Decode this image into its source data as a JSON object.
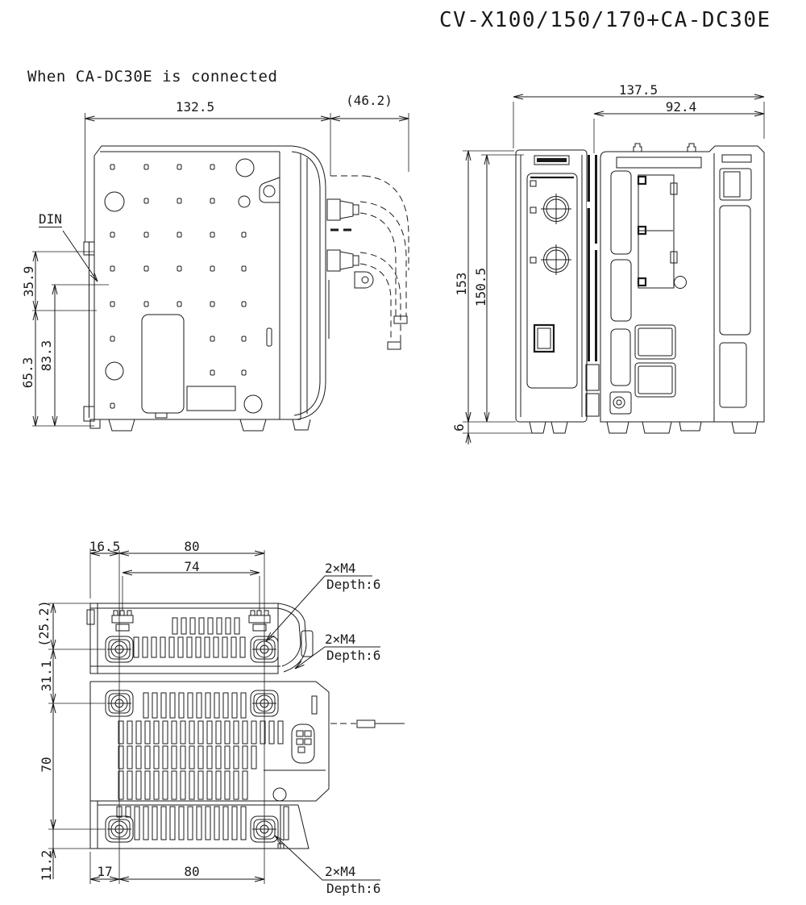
{
  "title": "CV-X100/150/170+CA-DC30E",
  "subtitle": "When CA-DC30E is connected",
  "colors": {
    "line": "#1a1a1a",
    "background": "#ffffff"
  },
  "side_view": {
    "din_label": "DIN",
    "dims": {
      "overall_width": "132.5",
      "cable_clearance": "(46.2)",
      "din_to_top": "35.9",
      "din_to_bottom": "83.3",
      "lower_height": "65.3"
    }
  },
  "front_view": {
    "dims": {
      "overall_width": "137.5",
      "controller_width": "92.4",
      "overall_height": "153",
      "body_height": "150.5",
      "foot_height": "6"
    }
  },
  "bottom_view": {
    "dims": {
      "edge_to_hole": "16.5",
      "hole_pitch_top": "80",
      "tab_pitch": "74",
      "ref_depth": "(25.2)",
      "hole_offset": "31.1",
      "hole_pitch_vertical": "70",
      "hole_to_edge": "11.2",
      "edge_to_hole_bottom": "17",
      "hole_pitch_bottom": "80"
    },
    "screw_note": {
      "line1": "2×M4",
      "line2": "Depth:6"
    }
  }
}
